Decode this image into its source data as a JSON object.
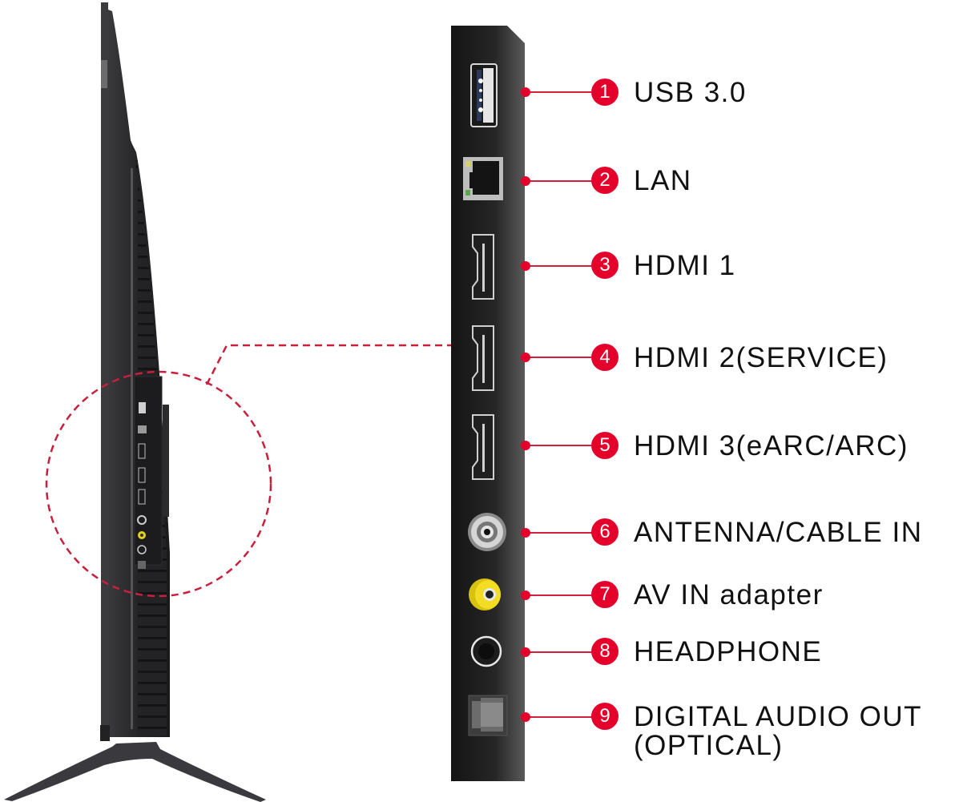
{
  "diagram": {
    "title_hidden": "",
    "accent_color": "#e4002b",
    "callout_line_color": "#c8203c",
    "ports": [
      {
        "number": "1",
        "label": "USB 3.0",
        "icon": "usb-port-icon"
      },
      {
        "number": "2",
        "label": "LAN",
        "icon": "ethernet-port-icon"
      },
      {
        "number": "3",
        "label": "HDMI 1",
        "icon": "hdmi-port-icon"
      },
      {
        "number": "4",
        "label": "HDMI 2(SERVICE)",
        "icon": "hdmi-port-icon"
      },
      {
        "number": "5",
        "label": "HDMI 3(eARC/ARC)",
        "icon": "hdmi-port-icon"
      },
      {
        "number": "6",
        "label": "ANTENNA/CABLE IN",
        "icon": "coax-port-icon"
      },
      {
        "number": "7",
        "label": "AV IN adapter",
        "icon": "rca-yellow-port-icon"
      },
      {
        "number": "8",
        "label": "HEADPHONE",
        "icon": "headphone-jack-icon"
      },
      {
        "number": "9",
        "label": "DIGITAL AUDIO OUT",
        "label_line2": "(OPTICAL)",
        "icon": "optical-port-icon"
      }
    ]
  }
}
